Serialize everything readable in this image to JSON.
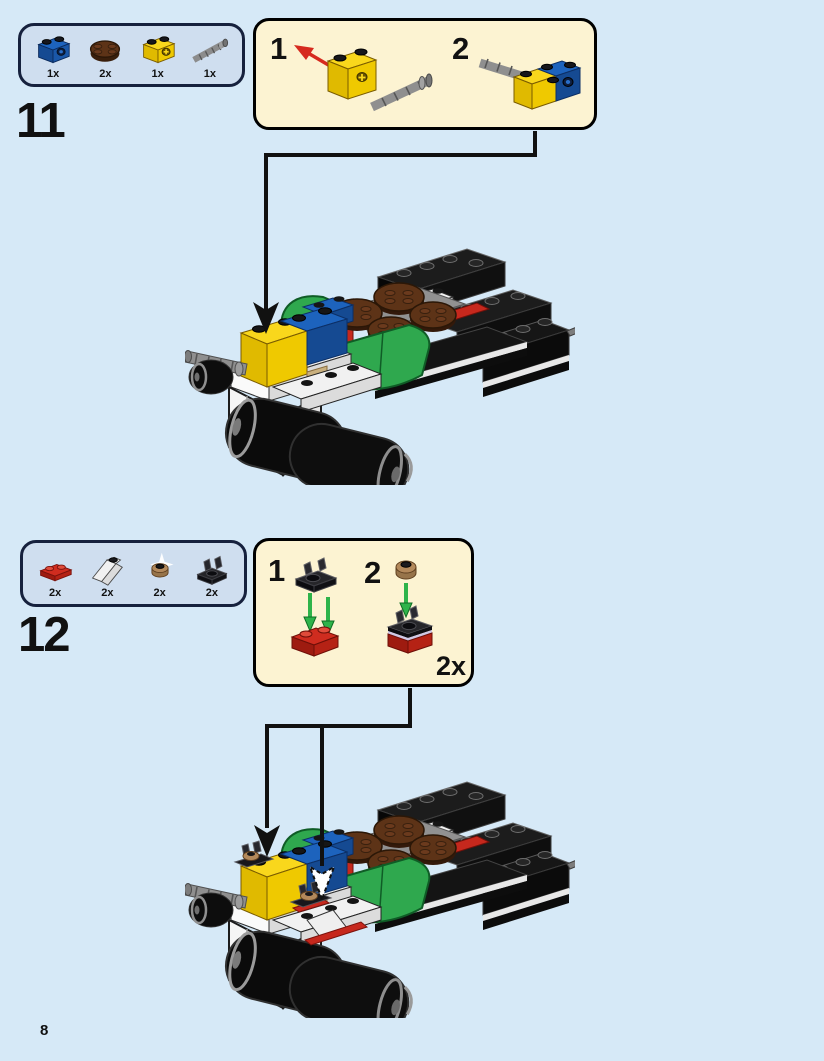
{
  "page": {
    "number": "8"
  },
  "colors": {
    "background": "#d6e9f7",
    "parts_box_fill": "#cfdeef",
    "parts_box_border": "#16213d",
    "inset_fill": "#fcf3d2",
    "lego_blue": "#1d63bd",
    "lego_yellow": "#f9d71c",
    "lego_red": "#c6281d",
    "lego_green": "#2fa84e",
    "lego_brown": "#5d3317",
    "lego_tan": "#b3895b",
    "arrow_green": "#2eb34a",
    "arrow_red": "#d62a1e"
  },
  "steps": [
    {
      "number": "11",
      "parts": [
        {
          "name": "blue-technic-brick-1x2",
          "count": "1x"
        },
        {
          "name": "reddish-brown-round-plate-2x2",
          "count": "2x"
        },
        {
          "name": "yellow-technic-brick-1x2-axle-hole",
          "count": "1x"
        },
        {
          "name": "gray-technic-axle",
          "count": "1x"
        }
      ],
      "substeps": {
        "one": "1",
        "two": "2"
      }
    },
    {
      "number": "12",
      "parts": [
        {
          "name": "red-plate-1x2",
          "count": "2x"
        },
        {
          "name": "white-slope-1x2",
          "count": "2x"
        },
        {
          "name": "dark-tan-round-brick-1x1",
          "count": "2x"
        },
        {
          "name": "black-plate-with-clips-1x2",
          "count": "2x"
        }
      ],
      "substeps": {
        "one": "1",
        "two": "2"
      },
      "multiplier": "2x"
    }
  ]
}
